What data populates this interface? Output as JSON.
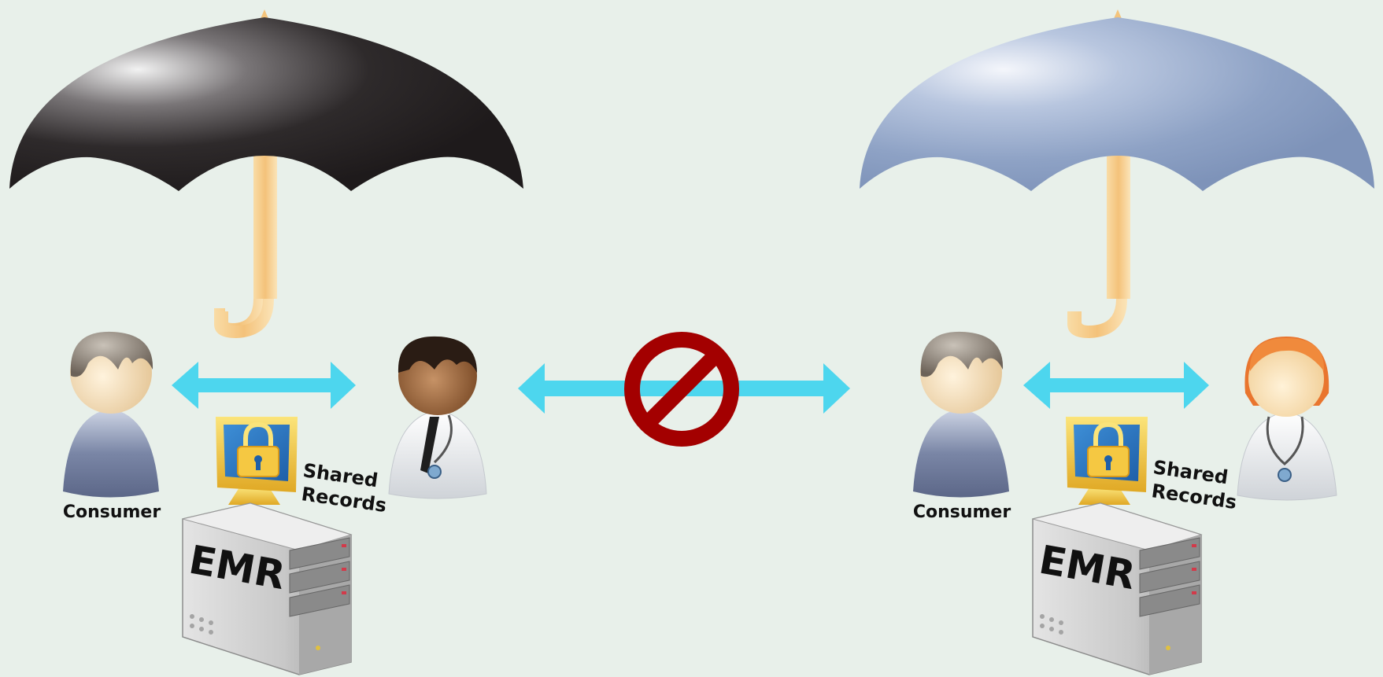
{
  "colors": {
    "background": "#e8f0ea",
    "arrow": "#4dd6ee",
    "handle": "#f4c47c",
    "umbrella_left": "#2a2627",
    "umbrella_right": "#8ea4c6",
    "prohibit": "#a30000"
  },
  "icons": [
    "umbrella-icon",
    "consumer-person-icon",
    "doctor-icon",
    "computer-lock-icon",
    "server-icon",
    "double-arrow-icon",
    "prohibited-icon"
  ],
  "left_group": {
    "consumer_label": "Consumer",
    "shared_line1": "Shared",
    "shared_line2": "Records",
    "server_label": "EMR"
  },
  "right_group": {
    "consumer_label": "Consumer",
    "shared_line1": "Shared",
    "shared_line2": "Records",
    "server_label": "EMR"
  }
}
